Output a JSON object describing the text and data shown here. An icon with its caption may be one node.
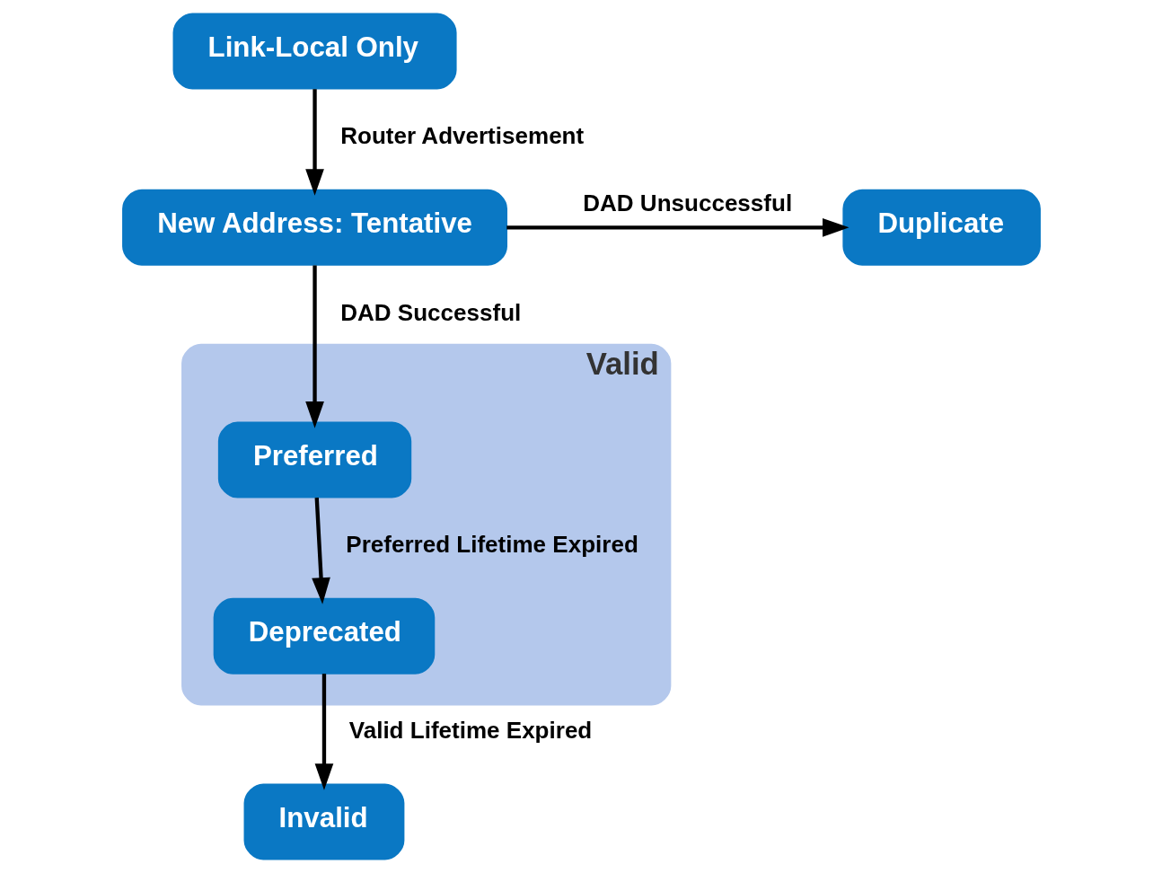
{
  "diagram": {
    "nodes": [
      {
        "text": [
          "Link-Local Only"
        ]
      },
      {
        "text": [
          "New Address: Tentative"
        ]
      },
      {
        "text": [
          "Duplicate"
        ]
      },
      {
        "text": [
          "Valid"
        ]
      },
      {
        "text": [
          "Preferred"
        ],
        "in": 3
      },
      {
        "text": [
          "Deprecated"
        ],
        "in": 3
      },
      {
        "text": [
          "Invalid"
        ]
      }
    ],
    "edges": [
      {
        "from": 0,
        "to": 1,
        "arrow": "to",
        "label": "Router Advertisement"
      },
      {
        "from": 1,
        "to": 2,
        "arrow": "to",
        "label": "DAD Unsuccessful"
      },
      {
        "from": 1,
        "to": 4,
        "arrow": "to",
        "label": "DAD Successful"
      },
      {
        "from": 4,
        "to": 5,
        "arrow": "to",
        "label": "Preferred Lifetime Expired"
      },
      {
        "from": 5,
        "to": 6,
        "arrow": "to",
        "label": "Valid Lifetime Expired"
      }
    ]
  }
}
